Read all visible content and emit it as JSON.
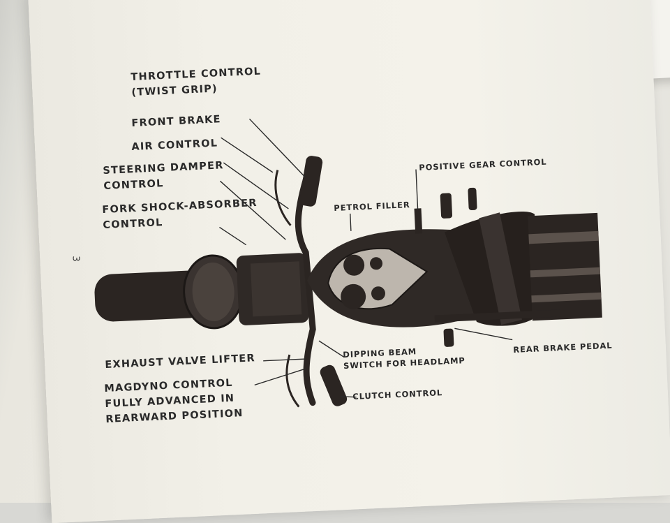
{
  "page": {
    "number": "3"
  },
  "labels": {
    "throttle_control": "THROTTLE CONTROL\n(TWIST GRIP)",
    "front_brake": "FRONT BRAKE",
    "air_control": "AIR CONTROL",
    "steering_damper_control": "STEERING DAMPER\nCONTROL",
    "fork_shock_absorber_control": "FORK SHOCK-ABSORBER\nCONTROL",
    "petrol_filler": "PETROL FILLER",
    "positive_gear_control": "POSITIVE GEAR CONTROL",
    "rear_brake_pedal": "REAR BRAKE PEDAL",
    "exhaust_valve_lifter": "EXHAUST VALVE LIFTER",
    "dipping_beam_switch": "DIPPING BEAM\nSWITCH FOR HEADLAMP",
    "magdyno_control": "MAGDYNO CONTROL\nFULLY ADVANCED IN\nREARWARD POSITION",
    "clutch_control": "CLUTCH CONTROL"
  },
  "colors": {
    "paper": "#f2f0e8",
    "ink": "#2a2a2a",
    "motorcycle_dark": "#2b2522"
  }
}
